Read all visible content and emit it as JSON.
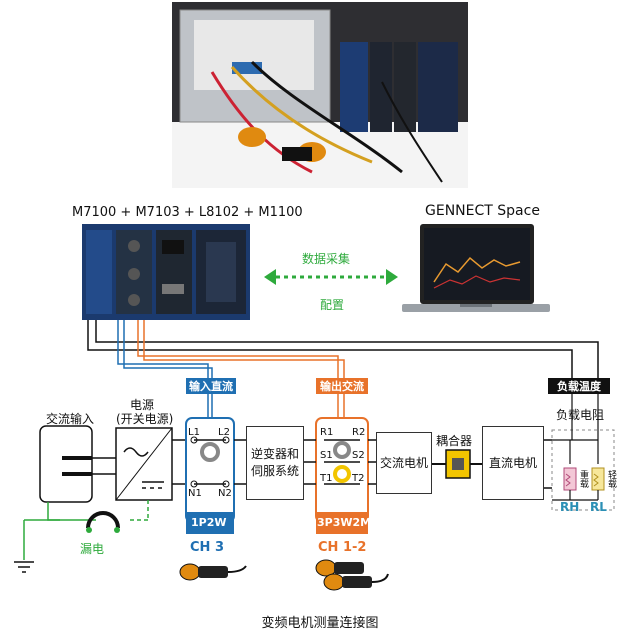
{
  "device_model": "M7100 + M7103 + L8102 + M1100",
  "software_name": "GENNECT Space",
  "link_top_label": "数据采集",
  "link_bottom_label": "配置",
  "ac_input_label": "交流输入",
  "power_label": "电源",
  "power_sublabel": "(开关电源)",
  "leakage_label": "漏电",
  "input_dc_tag": "输入直流",
  "output_ac_tag": "输出交流",
  "load_temp_tag": "负载温度",
  "load_resistor_label": "负载电阻",
  "inverter_label": "逆变器和",
  "inverter_label2": "伺服系统",
  "ac_motor_label": "交流电机",
  "coupler_label": "耦合器",
  "dc_motor_label": "直流电机",
  "heavy_load_label": "重载",
  "light_load_label": "轻载",
  "rh_label": "RH",
  "rl_label": "RL",
  "terminals_in": {
    "l1": "L1",
    "l2": "L2",
    "n1": "N1",
    "n2": "N2"
  },
  "terminals_out": {
    "r1": "R1",
    "r2": "R2",
    "s1": "S1",
    "s2": "S2",
    "t1": "T1",
    "t2": "T2"
  },
  "wiring_1p2w": "1P2W",
  "wiring_3p3w2m": "3P3W2M",
  "ch_in": "CH 3",
  "ch_out": "CH 1-2",
  "caption": "变频电机测量连接图",
  "colors": {
    "blue": "#1f6fb2",
    "orange": "#e8722a",
    "green": "#2eaa3c",
    "black": "#111111",
    "yellow": "#f2c500"
  }
}
